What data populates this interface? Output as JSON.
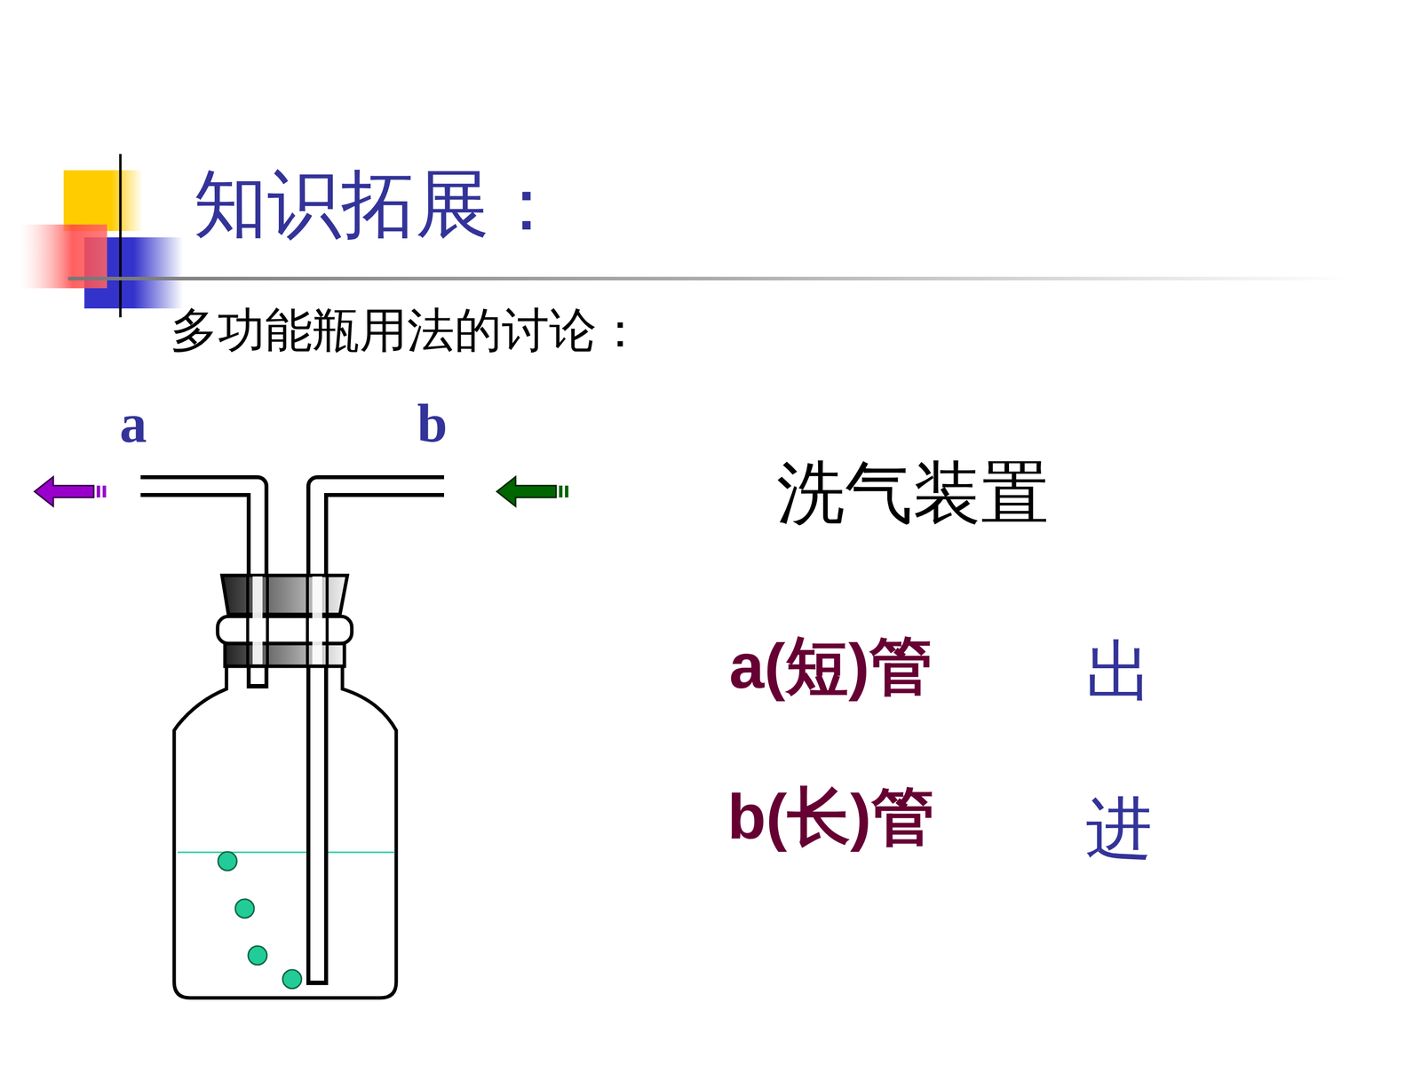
{
  "diagram": {
    "title": "知识拓展：",
    "labels": [
      "多功能瓶用法的讨论：",
      "a",
      "b",
      "洗气装置",
      "a(短)管",
      "出",
      "b(长)管",
      "进"
    ]
  }
}
